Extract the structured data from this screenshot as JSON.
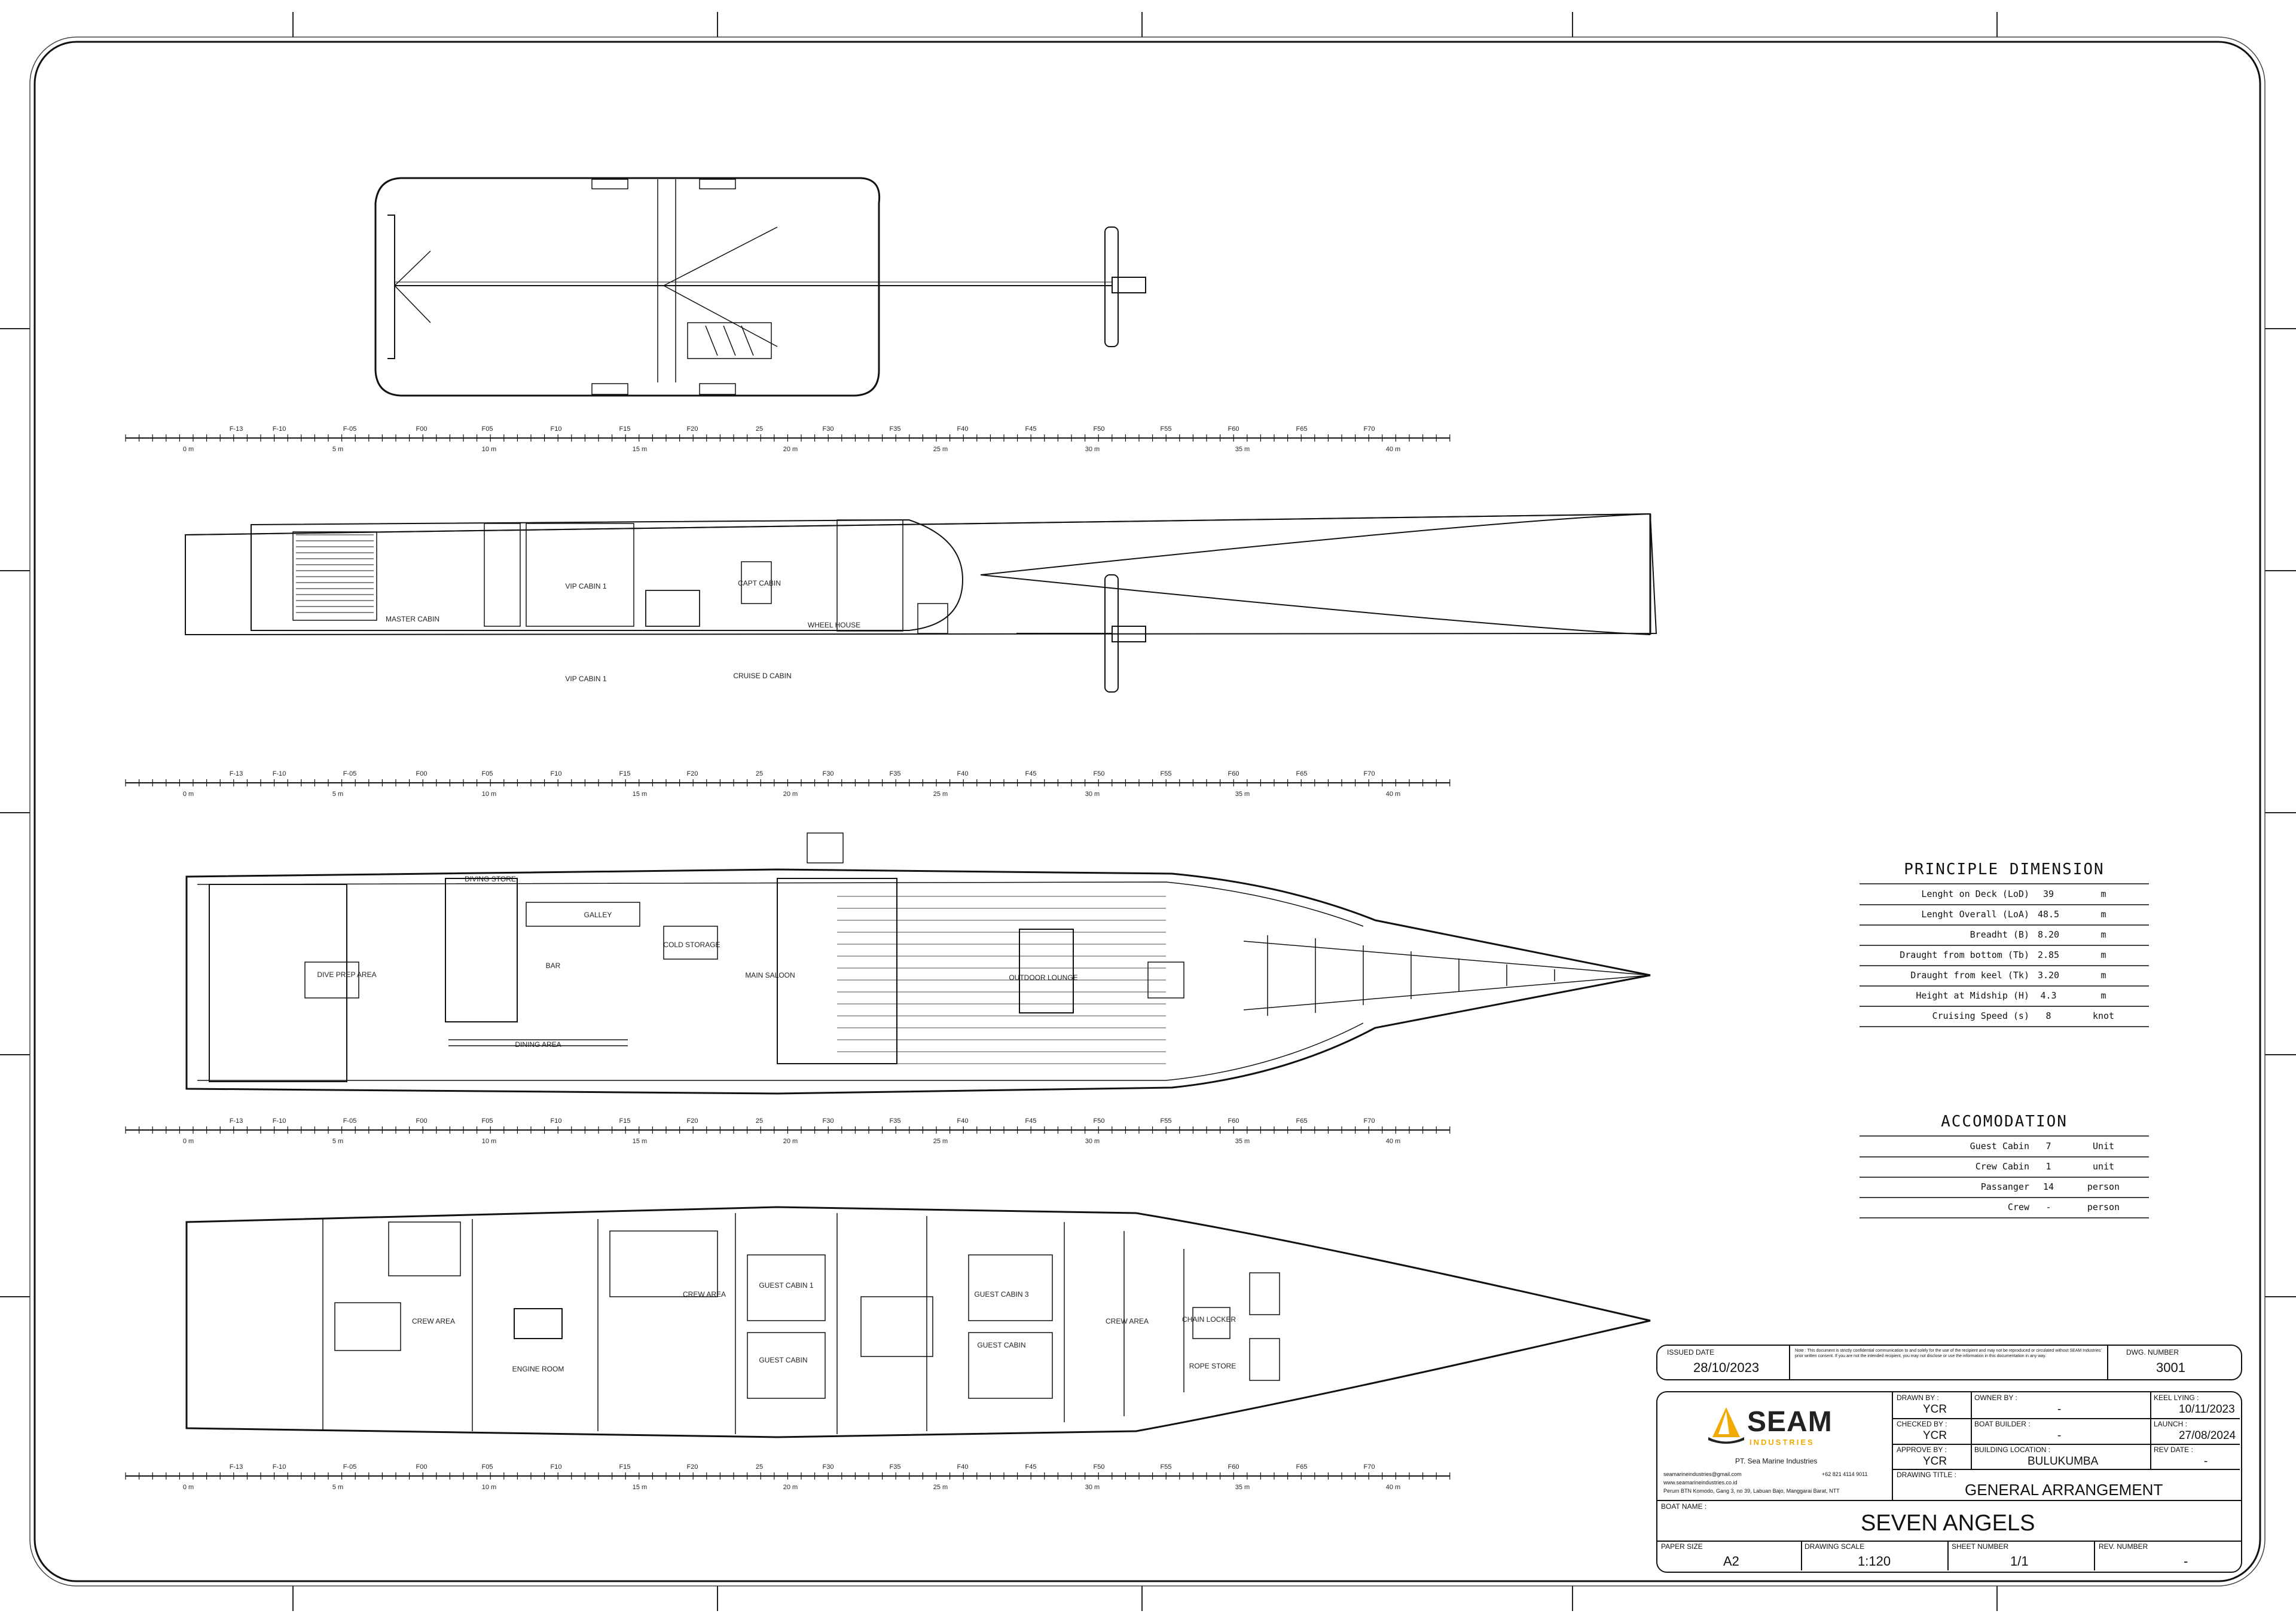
{
  "frame_labels": [
    "F-13",
    "F-10",
    "F-05",
    "F00",
    "F05",
    "F10",
    "F15",
    "F20",
    "25",
    "F30",
    "F35",
    "F40",
    "F45",
    "F50",
    "F55",
    "F60",
    "F65",
    "F70"
  ],
  "meter_labels": [
    "0 m",
    "5 m",
    "10 m",
    "15 m",
    "20 m",
    "25 m",
    "30 m",
    "35 m",
    "40 m"
  ],
  "rooms": {
    "master_cabin": "MASTER CABIN",
    "vip_cabin_1": "VIP CABIN 1",
    "vip_cabin_2": "VIP CABIN 1",
    "capt_cabin": "CAPT CABIN",
    "wheel_house": "WHEEL HOUSE",
    "cruise_d_cabin": "CRUISE D CABIN",
    "diving_store": "DIVING STORE",
    "galley": "GALLEY",
    "cold_storage": "COLD STORAGE",
    "bar": "BAR",
    "dive_prep_area": "DIVE PREP AREA",
    "dining_area": "DINING AREA",
    "main_saloon": "MAIN SALOON",
    "outdoor_lounge": "OUTDOOR LOUNGE",
    "crew_area_aft": "CREW AREA",
    "engine_room": "ENGINE ROOM",
    "crew_area_mid": "CREW AREA",
    "guest_cabin_1": "GUEST CABIN 1",
    "guest_cabin_2": "GUEST CABIN",
    "guest_cabin_3": "GUEST CABIN 3",
    "guest_cabin_4": "GUEST CABIN",
    "crew_area_fwd": "CREW AREA",
    "chain_locker": "CHAIN LOCKER",
    "rope_store": "ROPE STORE"
  },
  "principle_dimension": {
    "title": "PRINCIPLE DIMENSION",
    "rows": [
      {
        "label": "Lenght on Deck (LoD)",
        "value": "39",
        "unit": "m"
      },
      {
        "label": "Lenght Overall (LoA)",
        "value": "48.5",
        "unit": "m"
      },
      {
        "label": "Breadht (B)",
        "value": "8.20",
        "unit": "m"
      },
      {
        "label": "Draught from bottom (Tb)",
        "value": "2.85",
        "unit": "m"
      },
      {
        "label": "Draught from keel (Tk)",
        "value": "3.20",
        "unit": "m"
      },
      {
        "label": "Height at Midship (H)",
        "value": "4.3",
        "unit": "m"
      },
      {
        "label": "Cruising Speed (s)",
        "value": "8",
        "unit": "knot"
      }
    ]
  },
  "accomodation": {
    "title": "ACCOMODATION",
    "rows": [
      {
        "label": "Guest Cabin",
        "value": "7",
        "unit": "Unit"
      },
      {
        "label": "Crew Cabin",
        "value": "1",
        "unit": "unit"
      },
      {
        "label": "Passanger",
        "value": "14",
        "unit": "person"
      },
      {
        "label": "Crew",
        "value": "-",
        "unit": "person"
      }
    ]
  },
  "title_block": {
    "issued_date_label": "ISSUED DATE",
    "issued_date": "28/10/2023",
    "note": "Note : This document is strictly confidential communication to and solely for the use of the recipient and may not be reproduced or circulated without SEAM Industries' prior written consent. If you are not the intended recipient, you may not disclose or use the information in this documentation in any way.",
    "dwg_number_label": "DWG. NUMBER",
    "dwg_number": "3001",
    "logo_text": "SEAM",
    "logo_subtext": "INDUSTRIES",
    "company": "PT. Sea Marine Industries",
    "email": "seamarineindustries@gmail.com",
    "phone": "+62 821 4114 9011",
    "website": "www.seamarineindustries.co.id",
    "address": "Perum BTN Komodo, Gang 3, no 39, Labuan Bajo, Manggarai Barat, NTT",
    "drawn_by_label": "DRAWN BY :",
    "drawn_by": "YCR",
    "checked_by_label": "CHECKED BY :",
    "checked_by": "YCR",
    "approve_by_label": "APPROVE BY :",
    "approve_by": "YCR",
    "owner_by_label": "OWNER BY :",
    "owner_by": "-",
    "boat_builder_label": "BOAT BUILDER :",
    "boat_builder": "-",
    "building_location_label": "BUILDING LOCATION :",
    "building_location": "BULUKUMBA",
    "keel_lying_label": "KEEL LYING :",
    "keel_lying": "10/11/2023",
    "launch_label": "LAUNCH :",
    "launch": "27/08/2024",
    "rev_date_label": "REV DATE :",
    "rev_date": "-",
    "drawing_title_label": "DRAWING TITLE :",
    "drawing_title": "GENERAL ARRANGEMENT",
    "boat_name_label": "BOAT NAME :",
    "boat_name": "SEVEN ANGELS",
    "paper_size_label": "PAPER SIZE",
    "paper_size": "A2",
    "drawing_scale_label": "DRAWING SCALE",
    "drawing_scale": "1:120",
    "sheet_number_label": "SHEET NUMBER",
    "sheet_number": "1/1",
    "rev_number_label": "REV. NUMBER",
    "rev_number": "-"
  }
}
